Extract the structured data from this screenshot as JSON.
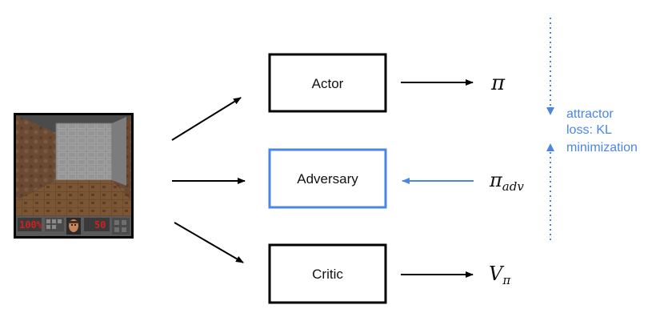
{
  "nodes": {
    "actor": "Actor",
    "adversary": "Adversary",
    "critic": "Critic"
  },
  "outputs": {
    "actor_policy": "π",
    "adversary_policy": {
      "symbol": "π",
      "subscript": "adv"
    },
    "critic_value": {
      "symbol": "V",
      "subscript": "π"
    }
  },
  "annotation": {
    "lines": [
      "attractor",
      "loss: KL",
      "minimization"
    ]
  },
  "game_frame": {
    "health": "100%",
    "ammo": "50"
  },
  "colors": {
    "box_default": "#000000",
    "adversary_accent": "#4a86e8",
    "annotation_text": "#4a86e8",
    "arrow_default": "#000000"
  }
}
